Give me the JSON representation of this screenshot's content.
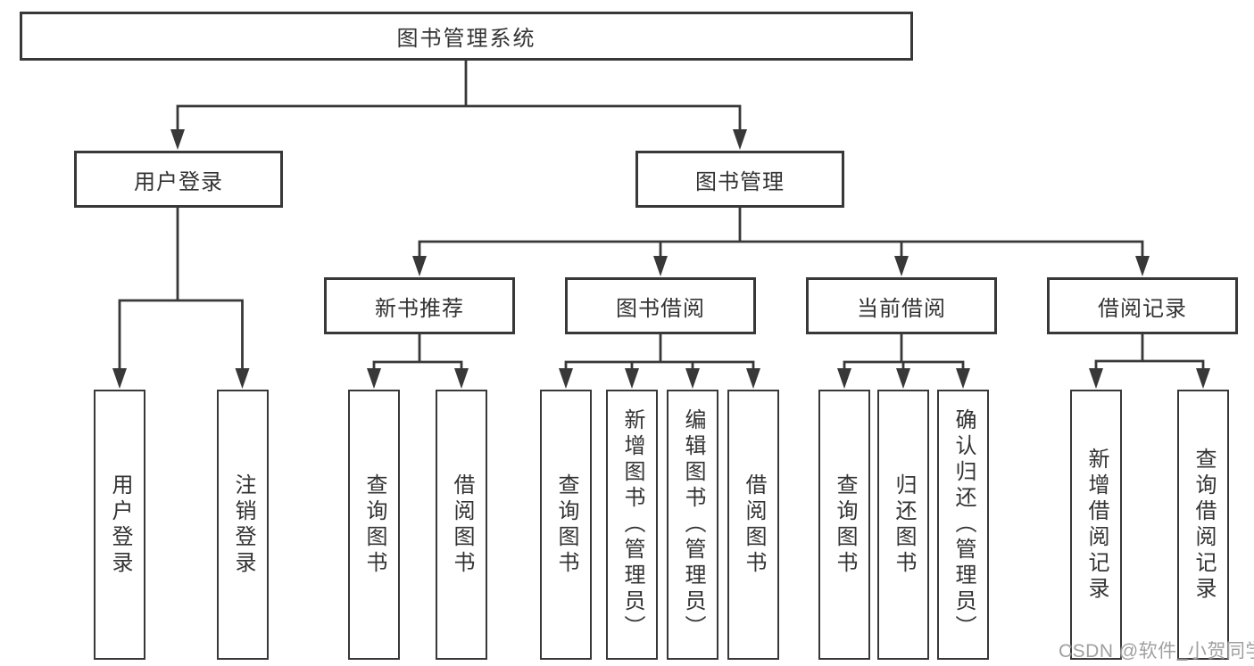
{
  "diagram": {
    "root": {
      "label": "图书管理系统"
    },
    "level2": [
      {
        "label": "用户登录"
      },
      {
        "label": "图书管理"
      }
    ],
    "level3": [
      {
        "label": "新书推荐"
      },
      {
        "label": "图书借阅"
      },
      {
        "label": "当前借阅"
      },
      {
        "label": "借阅记录"
      }
    ],
    "leaves": {
      "user_login": [
        {
          "label": "用户登录"
        },
        {
          "label": "注销登录"
        }
      ],
      "new_book": [
        {
          "label": "查询图书"
        },
        {
          "label": "借阅图书"
        }
      ],
      "book_borrow": [
        {
          "label": "查询图书"
        },
        {
          "label": "新增图书（管理员）"
        },
        {
          "label": "编辑图书（管理员）"
        },
        {
          "label": "借阅图书"
        }
      ],
      "current_borrow": [
        {
          "label": "查询图书"
        },
        {
          "label": "归还图书"
        },
        {
          "label": "确认归还（管理员）"
        }
      ],
      "borrow_record": [
        {
          "label": "新增借阅记录"
        },
        {
          "label": "查询借阅记录"
        }
      ]
    }
  },
  "watermark": {
    "text": "CSDN @软件_小贺同学"
  },
  "colors": {
    "line": "#383838",
    "text": "#333333",
    "background": "#ffffff",
    "watermark": "#a0a0a0"
  }
}
